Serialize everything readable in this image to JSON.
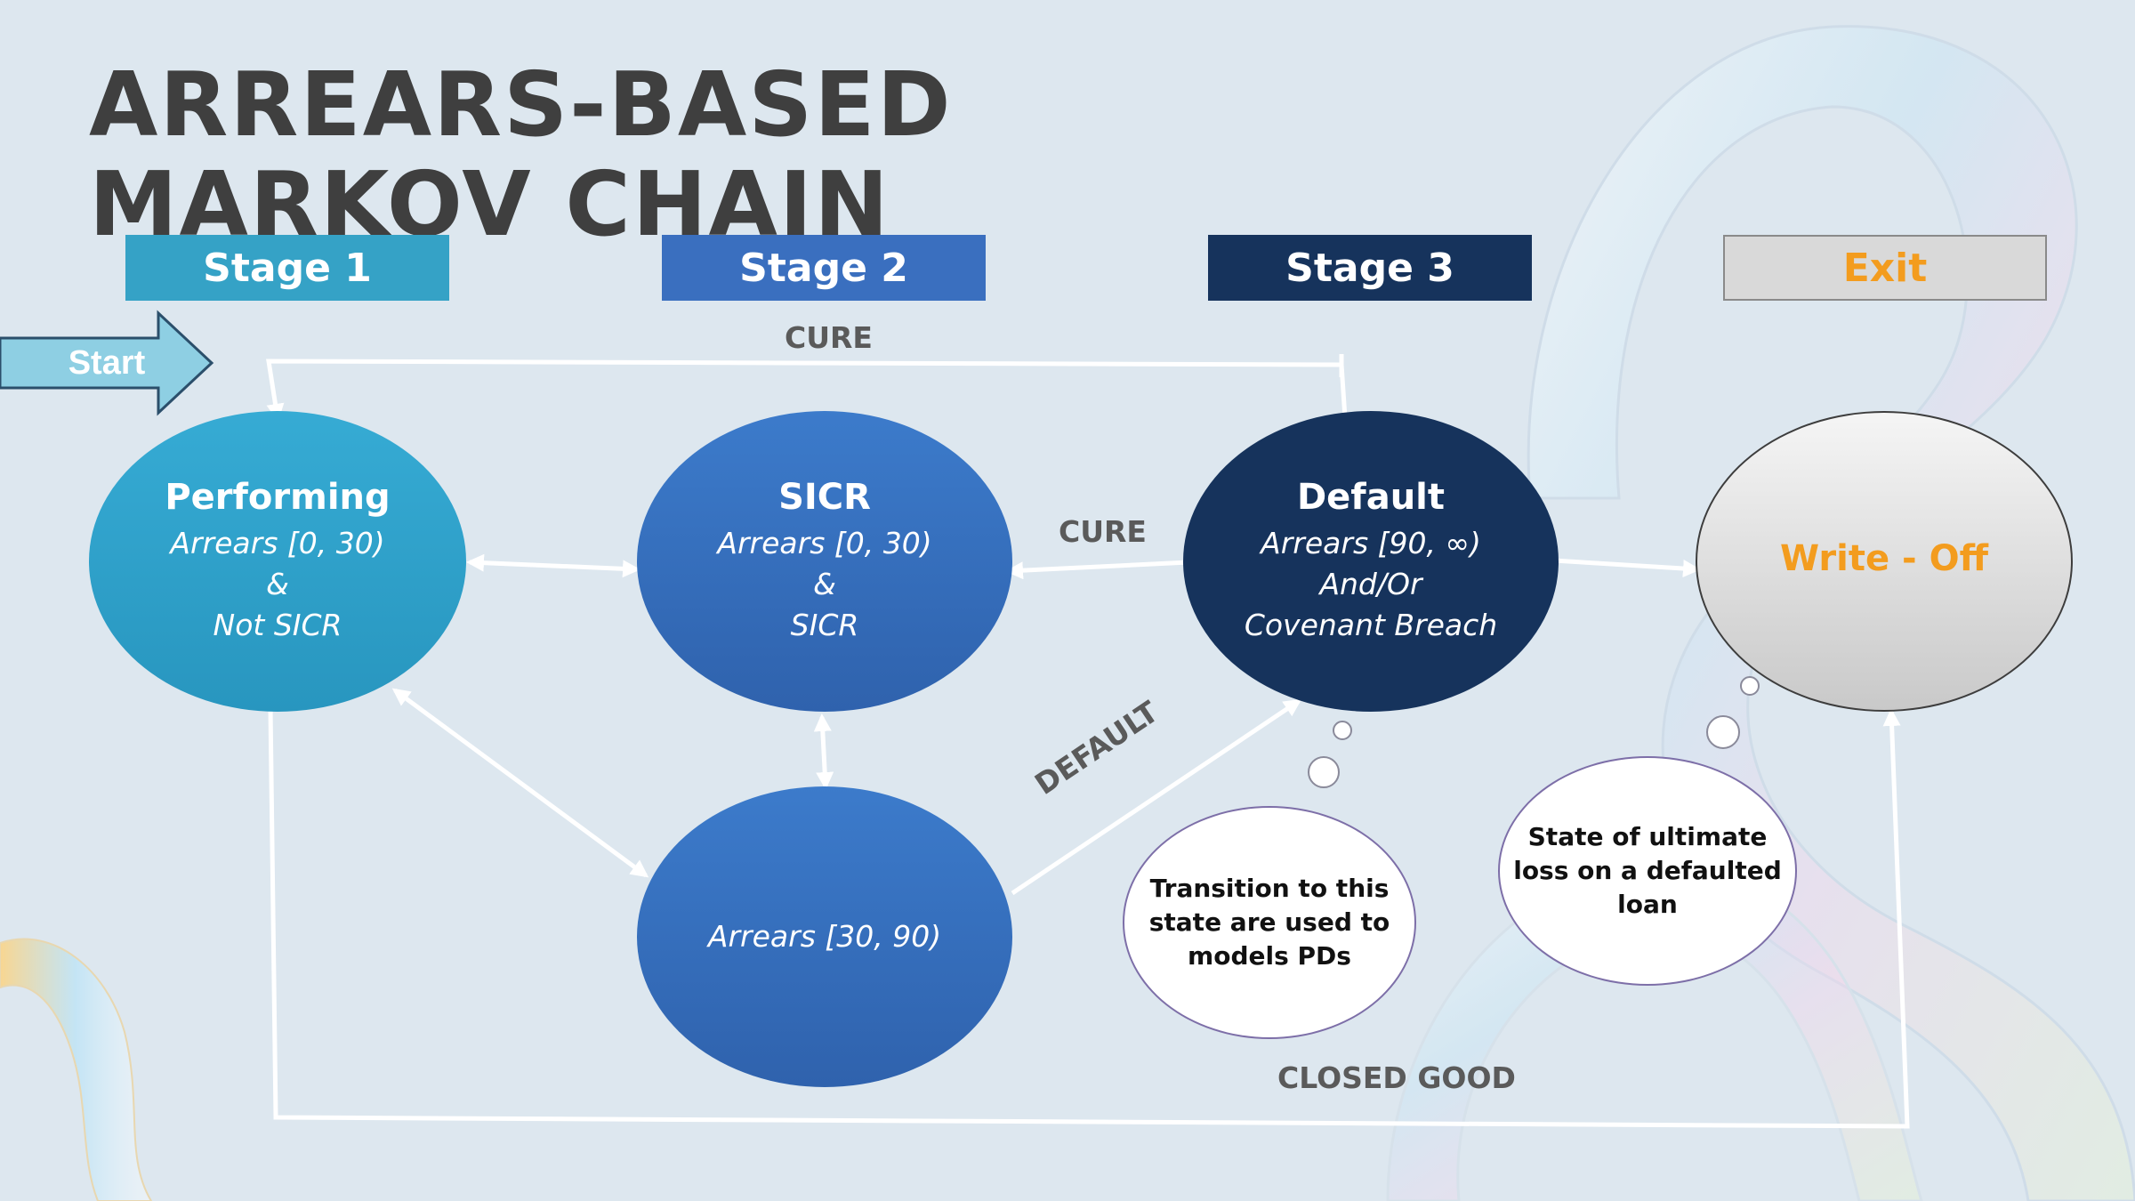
{
  "title": "ARREARS-BASED\nMARKOV CHAIN",
  "stages": {
    "stage1": "Stage 1",
    "stage2": "Stage 2",
    "stage3": "Stage 3",
    "exit": "Exit"
  },
  "start_label": "Start",
  "nodes": {
    "performing": {
      "name": "Performing",
      "lines": [
        "Arrears [0, 30)",
        "&",
        "Not SICR"
      ]
    },
    "sicr": {
      "name": "SICR",
      "lines": [
        "Arrears [0, 30)",
        "&",
        "SICR"
      ]
    },
    "arrears": {
      "lines": [
        "Arrears [30, 90)"
      ]
    },
    "default": {
      "name": "Default",
      "lines": [
        "Arrears [90, ∞)",
        "And/Or",
        "Covenant Breach"
      ]
    },
    "writeoff": {
      "name": "Write - Off"
    }
  },
  "edge_labels": {
    "cure_top": "CURE",
    "cure_mid": "CURE",
    "default": "DEFAULT",
    "closed_good": "CLOSED GOOD"
  },
  "callouts": {
    "default_note": "Transition to this state are used to models PDs",
    "writeoff_note": "State of ultimate loss on a defaulted loan"
  },
  "colors": {
    "background": "#dde7ef",
    "stage1": "#35a2c6",
    "stage2": "#3a6fbf",
    "stage3": "#16335c",
    "exit_text": "#f39c1e",
    "arrow": "#ffffff"
  }
}
